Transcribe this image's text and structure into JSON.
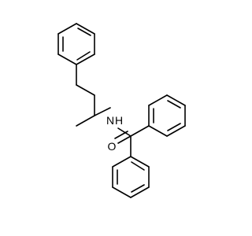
{
  "molecule": {
    "atoms": {
      "nitrogen": "N",
      "hydrogen": "H",
      "oxygen": "O"
    },
    "colors": {
      "bond": "#000000",
      "label": "#000000",
      "background": "#ffffff"
    }
  }
}
